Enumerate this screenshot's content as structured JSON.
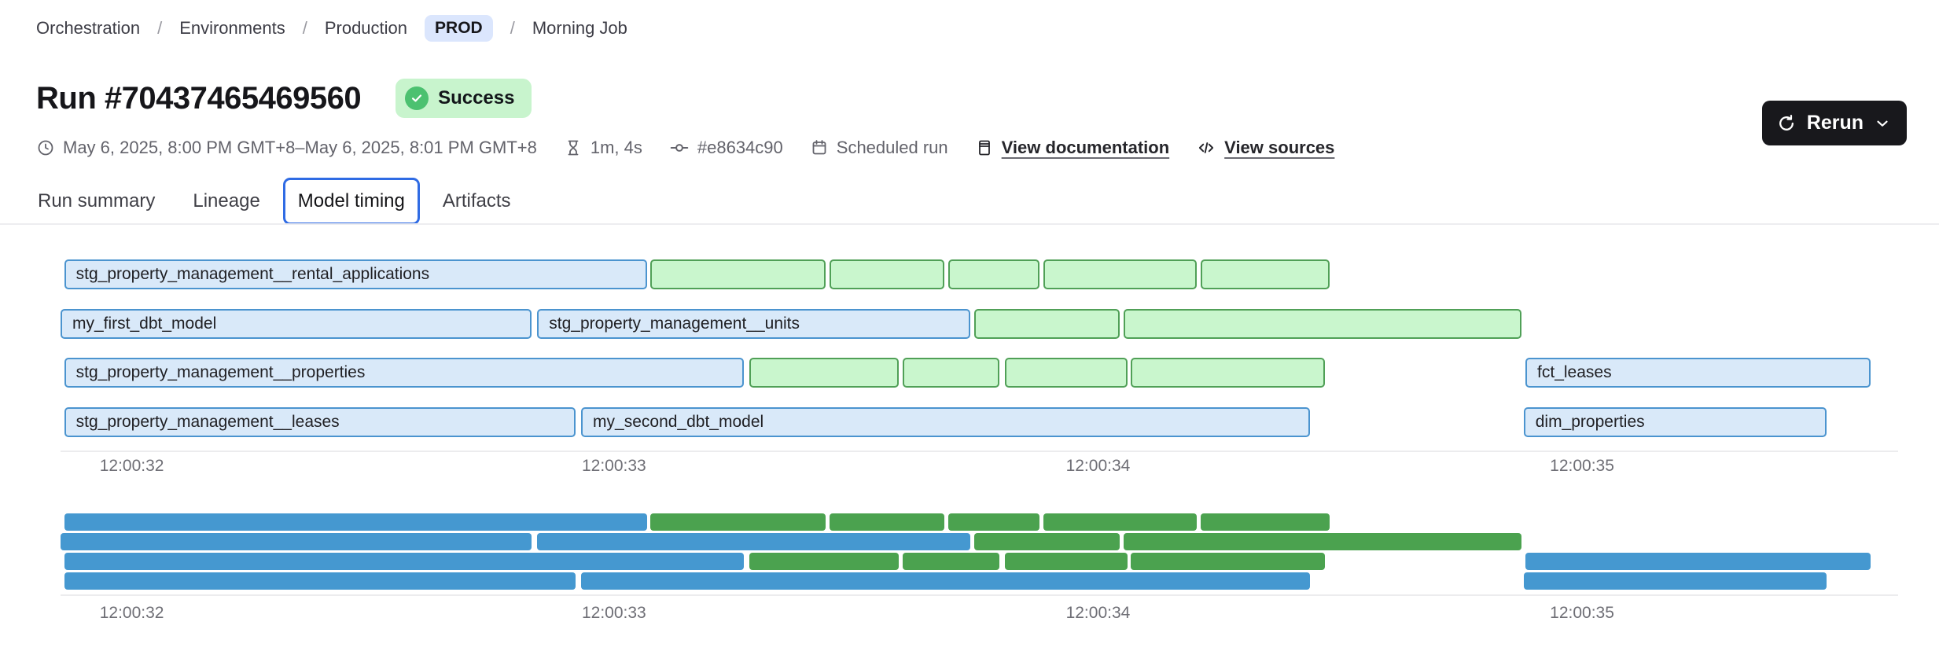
{
  "breadcrumb": {
    "separator": "/",
    "items": [
      {
        "label": "Orchestration"
      },
      {
        "label": "Environments"
      },
      {
        "label": "Production"
      },
      {
        "label": "Morning Job"
      }
    ],
    "env_badge": "PROD"
  },
  "header": {
    "title": "Run #70437465469560",
    "status_badge": "Success"
  },
  "meta": {
    "time_range": "May 6, 2025, 8:00 PM GMT+8–May 6, 2025, 8:01 PM GMT+8",
    "duration": "1m, 4s",
    "commit": "#e8634c90",
    "trigger": "Scheduled run",
    "documentation_link": "View documentation",
    "sources_link": "View sources"
  },
  "actions": {
    "rerun_label": "Rerun"
  },
  "tabs": {
    "items": [
      {
        "label": "Run summary",
        "active": false
      },
      {
        "label": "Lineage",
        "active": false
      },
      {
        "label": "Model timing",
        "active": true
      },
      {
        "label": "Artifacts",
        "active": false
      }
    ]
  },
  "colors": {
    "accent_blue": "#2f6be4",
    "prod_badge_bg": "#dbe6fd",
    "success_badge_bg": "#c8f4cd",
    "success_icon_green": "#4cc170",
    "rerun_button_bg": "#18181c",
    "bar_blue_fill": "#d9e9f9",
    "bar_blue_border": "#4b94cf",
    "bar_green_fill": "#c9f6cd",
    "bar_green_border": "#50a057",
    "overview_blue": "#4598d0",
    "overview_green": "#4ba24f",
    "axis_line": "#ececee",
    "muted_text": "#63636b"
  },
  "chart_data": {
    "type": "gantt",
    "title": "Model timing",
    "views": [
      "detail",
      "overview"
    ],
    "x_axis": {
      "tick_labels": [
        "12:00:32",
        "12:00:33",
        "12:00:34",
        "12:00:35"
      ],
      "tick_positions_pct": [
        3.9,
        30.3,
        56.8,
        83.3
      ],
      "grid": false
    },
    "rows": [
      {
        "segments": [
          {
            "model": "stg_property_management__rental_applications",
            "color": "blue",
            "start_pct": 0.2,
            "width_pct": 31.9
          },
          {
            "model": null,
            "color": "green",
            "start_pct": 32.3,
            "width_pct": 9.6
          },
          {
            "model": null,
            "color": "green",
            "start_pct": 42.1,
            "width_pct": 6.3
          },
          {
            "model": null,
            "color": "green",
            "start_pct": 48.6,
            "width_pct": 5.0
          },
          {
            "model": null,
            "color": "green",
            "start_pct": 53.8,
            "width_pct": 8.4
          },
          {
            "model": null,
            "color": "green",
            "start_pct": 62.4,
            "width_pct": 7.1
          }
        ]
      },
      {
        "segments": [
          {
            "model": "my_first_dbt_model",
            "color": "blue",
            "start_pct": 0.0,
            "width_pct": 25.8
          },
          {
            "model": "stg_property_management__units",
            "color": "blue",
            "start_pct": 26.1,
            "width_pct": 23.7
          },
          {
            "model": null,
            "color": "green",
            "start_pct": 50.0,
            "width_pct": 8.0
          },
          {
            "model": null,
            "color": "green",
            "start_pct": 58.2,
            "width_pct": 21.8
          }
        ]
      },
      {
        "segments": [
          {
            "model": "stg_property_management__properties",
            "color": "blue",
            "start_pct": 0.2,
            "width_pct": 37.2
          },
          {
            "model": null,
            "color": "green",
            "start_pct": 37.7,
            "width_pct": 8.2
          },
          {
            "model": null,
            "color": "green",
            "start_pct": 46.1,
            "width_pct": 5.3
          },
          {
            "model": null,
            "color": "green",
            "start_pct": 51.7,
            "width_pct": 6.7
          },
          {
            "model": null,
            "color": "green",
            "start_pct": 58.6,
            "width_pct": 10.6
          },
          {
            "model": "fct_leases",
            "color": "blue",
            "start_pct": 80.2,
            "width_pct": 18.9
          }
        ]
      },
      {
        "segments": [
          {
            "model": "stg_property_management__leases",
            "color": "blue",
            "start_pct": 0.2,
            "width_pct": 28.0
          },
          {
            "model": "my_second_dbt_model",
            "color": "blue",
            "start_pct": 28.5,
            "width_pct": 39.9
          },
          {
            "model": "dim_properties",
            "color": "blue",
            "start_pct": 80.1,
            "width_pct": 16.6
          }
        ]
      }
    ]
  }
}
